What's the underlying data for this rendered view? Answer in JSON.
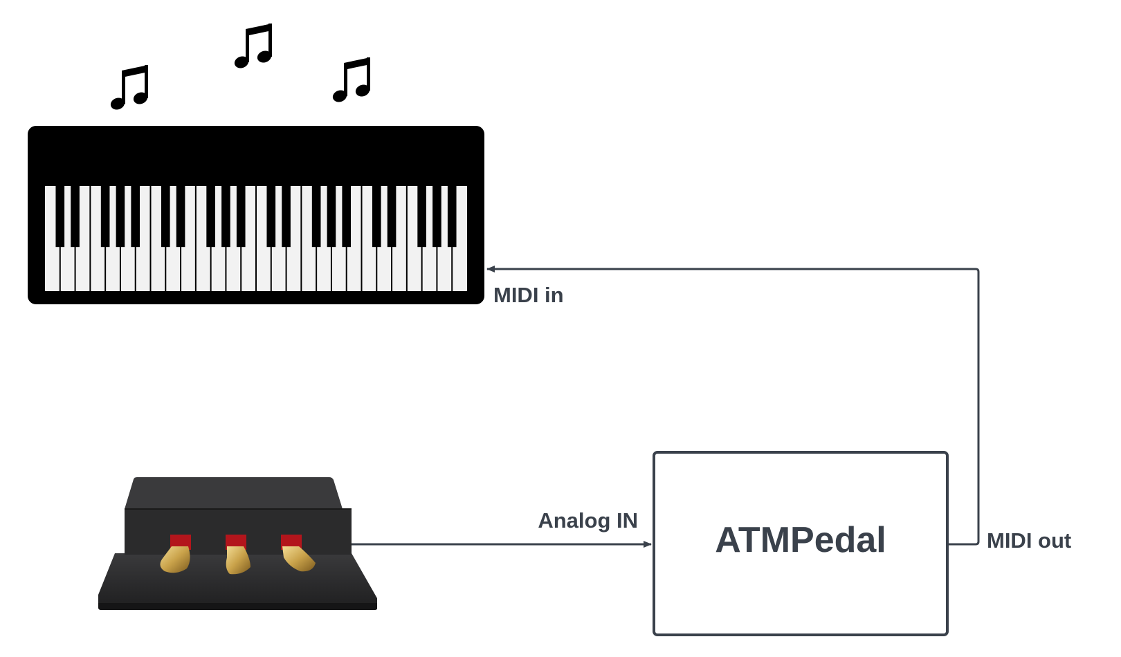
{
  "diagram": {
    "nodes": {
      "keyboard": {
        "label": "",
        "icon": "piano-keyboard-icon"
      },
      "pedal_unit": {
        "label": "",
        "icon": "piano-pedal-unit-icon"
      },
      "atmpedal_box": {
        "label": "ATMPedal"
      }
    },
    "edges": {
      "analog_in": {
        "label": "Analog IN",
        "from": "pedal_unit",
        "to": "atmpedal_box"
      },
      "midi_out": {
        "label": "MIDI out",
        "from": "atmpedal_box",
        "to": "keyboard"
      },
      "midi_in": {
        "label": "MIDI in"
      }
    },
    "decorations": {
      "icon": "music-note-icon",
      "count_shown": 3
    },
    "colors": {
      "line": "#3a414b",
      "text": "#3a414b",
      "keyboard": "#000000",
      "pedal_body": "#2b2b2c",
      "pedal_gold": "#c9a24a",
      "pedal_red": "#b3151c"
    }
  }
}
